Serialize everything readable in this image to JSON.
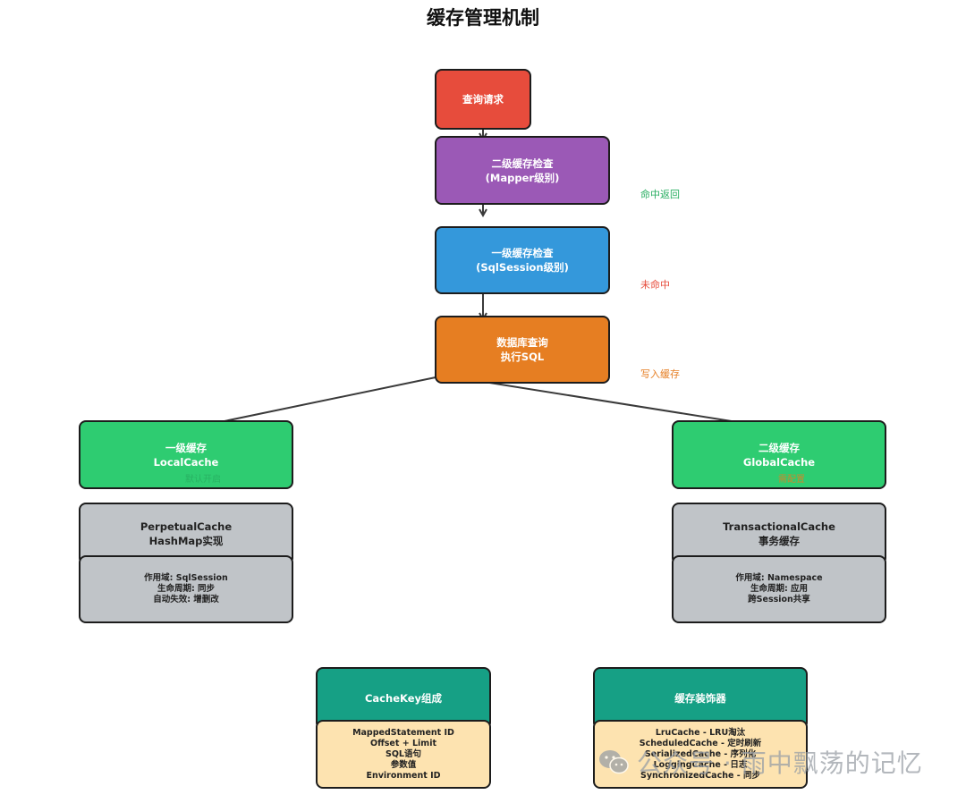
{
  "title": "缓存管理机制",
  "nodes": {
    "query": {
      "lines": [
        "查询请求"
      ]
    },
    "l2check": {
      "lines": [
        "二级缓存检查",
        "(Mapper级别)"
      ]
    },
    "l1check": {
      "lines": [
        "一级缓存检查",
        "(SqlSession级别)"
      ]
    },
    "db": {
      "lines": [
        "数据库查询",
        "执行SQL"
      ]
    },
    "l1": {
      "lines": [
        "一级缓存",
        "LocalCache"
      ],
      "note": "默认开启"
    },
    "l2": {
      "lines": [
        "二级缓存",
        "GlobalCache"
      ],
      "note": "需配置"
    },
    "perpetual": {
      "lines": [
        "PerpetualCache",
        "HashMap实现"
      ]
    },
    "perpetual_detail": {
      "lines": [
        "作用域: SqlSession",
        "生命周期: 同步",
        "自动失效: 增删改"
      ]
    },
    "transactional": {
      "lines": [
        "TransactionalCache",
        "事务缓存"
      ]
    },
    "transactional_detail": {
      "lines": [
        "作用域: Namespace",
        "生命周期: 应用",
        "跨Session共享"
      ]
    },
    "cachekey": {
      "lines": [
        "CacheKey组成"
      ]
    },
    "cachekey_detail": {
      "lines": [
        "MappedStatement ID",
        "Offset + Limit",
        "SQL语句",
        "参数值",
        "Environment ID"
      ]
    },
    "decorators": {
      "lines": [
        "缓存装饰器"
      ]
    },
    "decorators_detail": {
      "lines": [
        "LruCache - LRU淘汰",
        "ScheduledCache - 定时刷新",
        "SerializedCache - 序列化",
        "LoggingCache - 日志",
        "SynchronizedCache - 同步"
      ]
    }
  },
  "side_labels": {
    "hit": "命中返回",
    "miss": "未命中",
    "write": "写入缓存"
  },
  "colors": {
    "query": "#e74c3c",
    "l2check": "#9b59b6",
    "l1check": "#3498db",
    "db": "#e67e22",
    "cache": "#2ecc71",
    "detail": "#c0c4c8",
    "teal": "#16a085",
    "cream": "#fde3b0",
    "hit_label": "#27ae60",
    "miss_label": "#e74c3c",
    "write_label": "#e67e22"
  },
  "watermark": "公众号 · 雨中飘荡的记忆"
}
